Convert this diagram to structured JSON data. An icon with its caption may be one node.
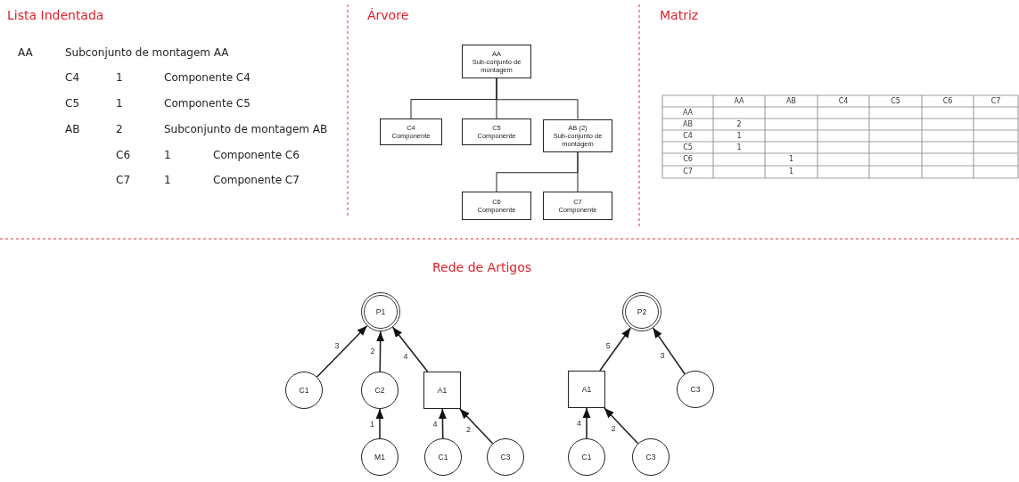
{
  "diagram": {
    "nodes": [
      {
        "text": [
          "AA",
          "Sub-conjunto de montagem"
        ]
      },
      {
        "text": [
          "C4",
          "Componente"
        ]
      },
      {
        "text": [
          "C5",
          "Componente"
        ]
      },
      {
        "text": [
          "AB (2)",
          "Sub-conjunto de montagem"
        ]
      },
      {
        "text": [
          "C6",
          "Componente"
        ]
      },
      {
        "text": [
          "C7",
          "Componente"
        ]
      },
      {
        "text": [
          "P1"
        ]
      },
      {
        "text": [
          "C1"
        ]
      },
      {
        "text": [
          "C2"
        ]
      },
      {
        "text": [
          "A1"
        ]
      },
      {
        "text": [
          "M1"
        ]
      },
      {
        "text": [
          "C1"
        ]
      },
      {
        "text": [
          "C3"
        ]
      },
      {
        "text": [
          "P2"
        ]
      },
      {
        "text": [
          "A1"
        ]
      },
      {
        "text": [
          "C3"
        ]
      },
      {
        "text": [
          "C1"
        ]
      },
      {
        "text": [
          "C3"
        ]
      }
    ],
    "edges": [
      {
        "from": 0,
        "to": 1,
        "arrow": "none"
      },
      {
        "from": 0,
        "to": 2,
        "arrow": "none"
      },
      {
        "from": 0,
        "to": 3,
        "arrow": "none"
      },
      {
        "from": 3,
        "to": 4,
        "arrow": "none"
      },
      {
        "from": 3,
        "to": 5,
        "arrow": "none"
      },
      {
        "from": 7,
        "to": 6,
        "arrow": "to",
        "label": "3"
      },
      {
        "from": 8,
        "to": 6,
        "arrow": "to",
        "label": "2"
      },
      {
        "from": 9,
        "to": 6,
        "arrow": "to",
        "label": "4"
      },
      {
        "from": 10,
        "to": 8,
        "arrow": "to",
        "label": "1"
      },
      {
        "from": 11,
        "to": 9,
        "arrow": "to",
        "label": "4"
      },
      {
        "from": 12,
        "to": 9,
        "arrow": "to",
        "label": "2"
      },
      {
        "from": 14,
        "to": 13,
        "arrow": "to",
        "label": "5"
      },
      {
        "from": 15,
        "to": 13,
        "arrow": "to",
        "label": "3"
      },
      {
        "from": 16,
        "to": 14,
        "arrow": "to",
        "label": "4"
      },
      {
        "from": 17,
        "to": 14,
        "arrow": "to",
        "label": "2"
      }
    ],
    "labels": [
      "Lista Indentada",
      "AA",
      "Subconjunto de montagem AA",
      "C4",
      "1",
      "Componente C4",
      "C5",
      "1",
      "Componente C5",
      "AB",
      "2",
      "Subconjunto de montagem AB",
      "C6",
      "1",
      "Componente C6",
      "C7",
      "1",
      "Componente C7",
      "Árvore",
      "Matriz",
      "AA",
      "AB",
      "C4",
      "C5",
      "C6",
      "C7",
      "AA",
      "AB",
      "2",
      "C4",
      "1",
      "C5",
      "1",
      "C6",
      "1",
      "C7",
      "1",
      "Rede de Artigos"
    ]
  }
}
